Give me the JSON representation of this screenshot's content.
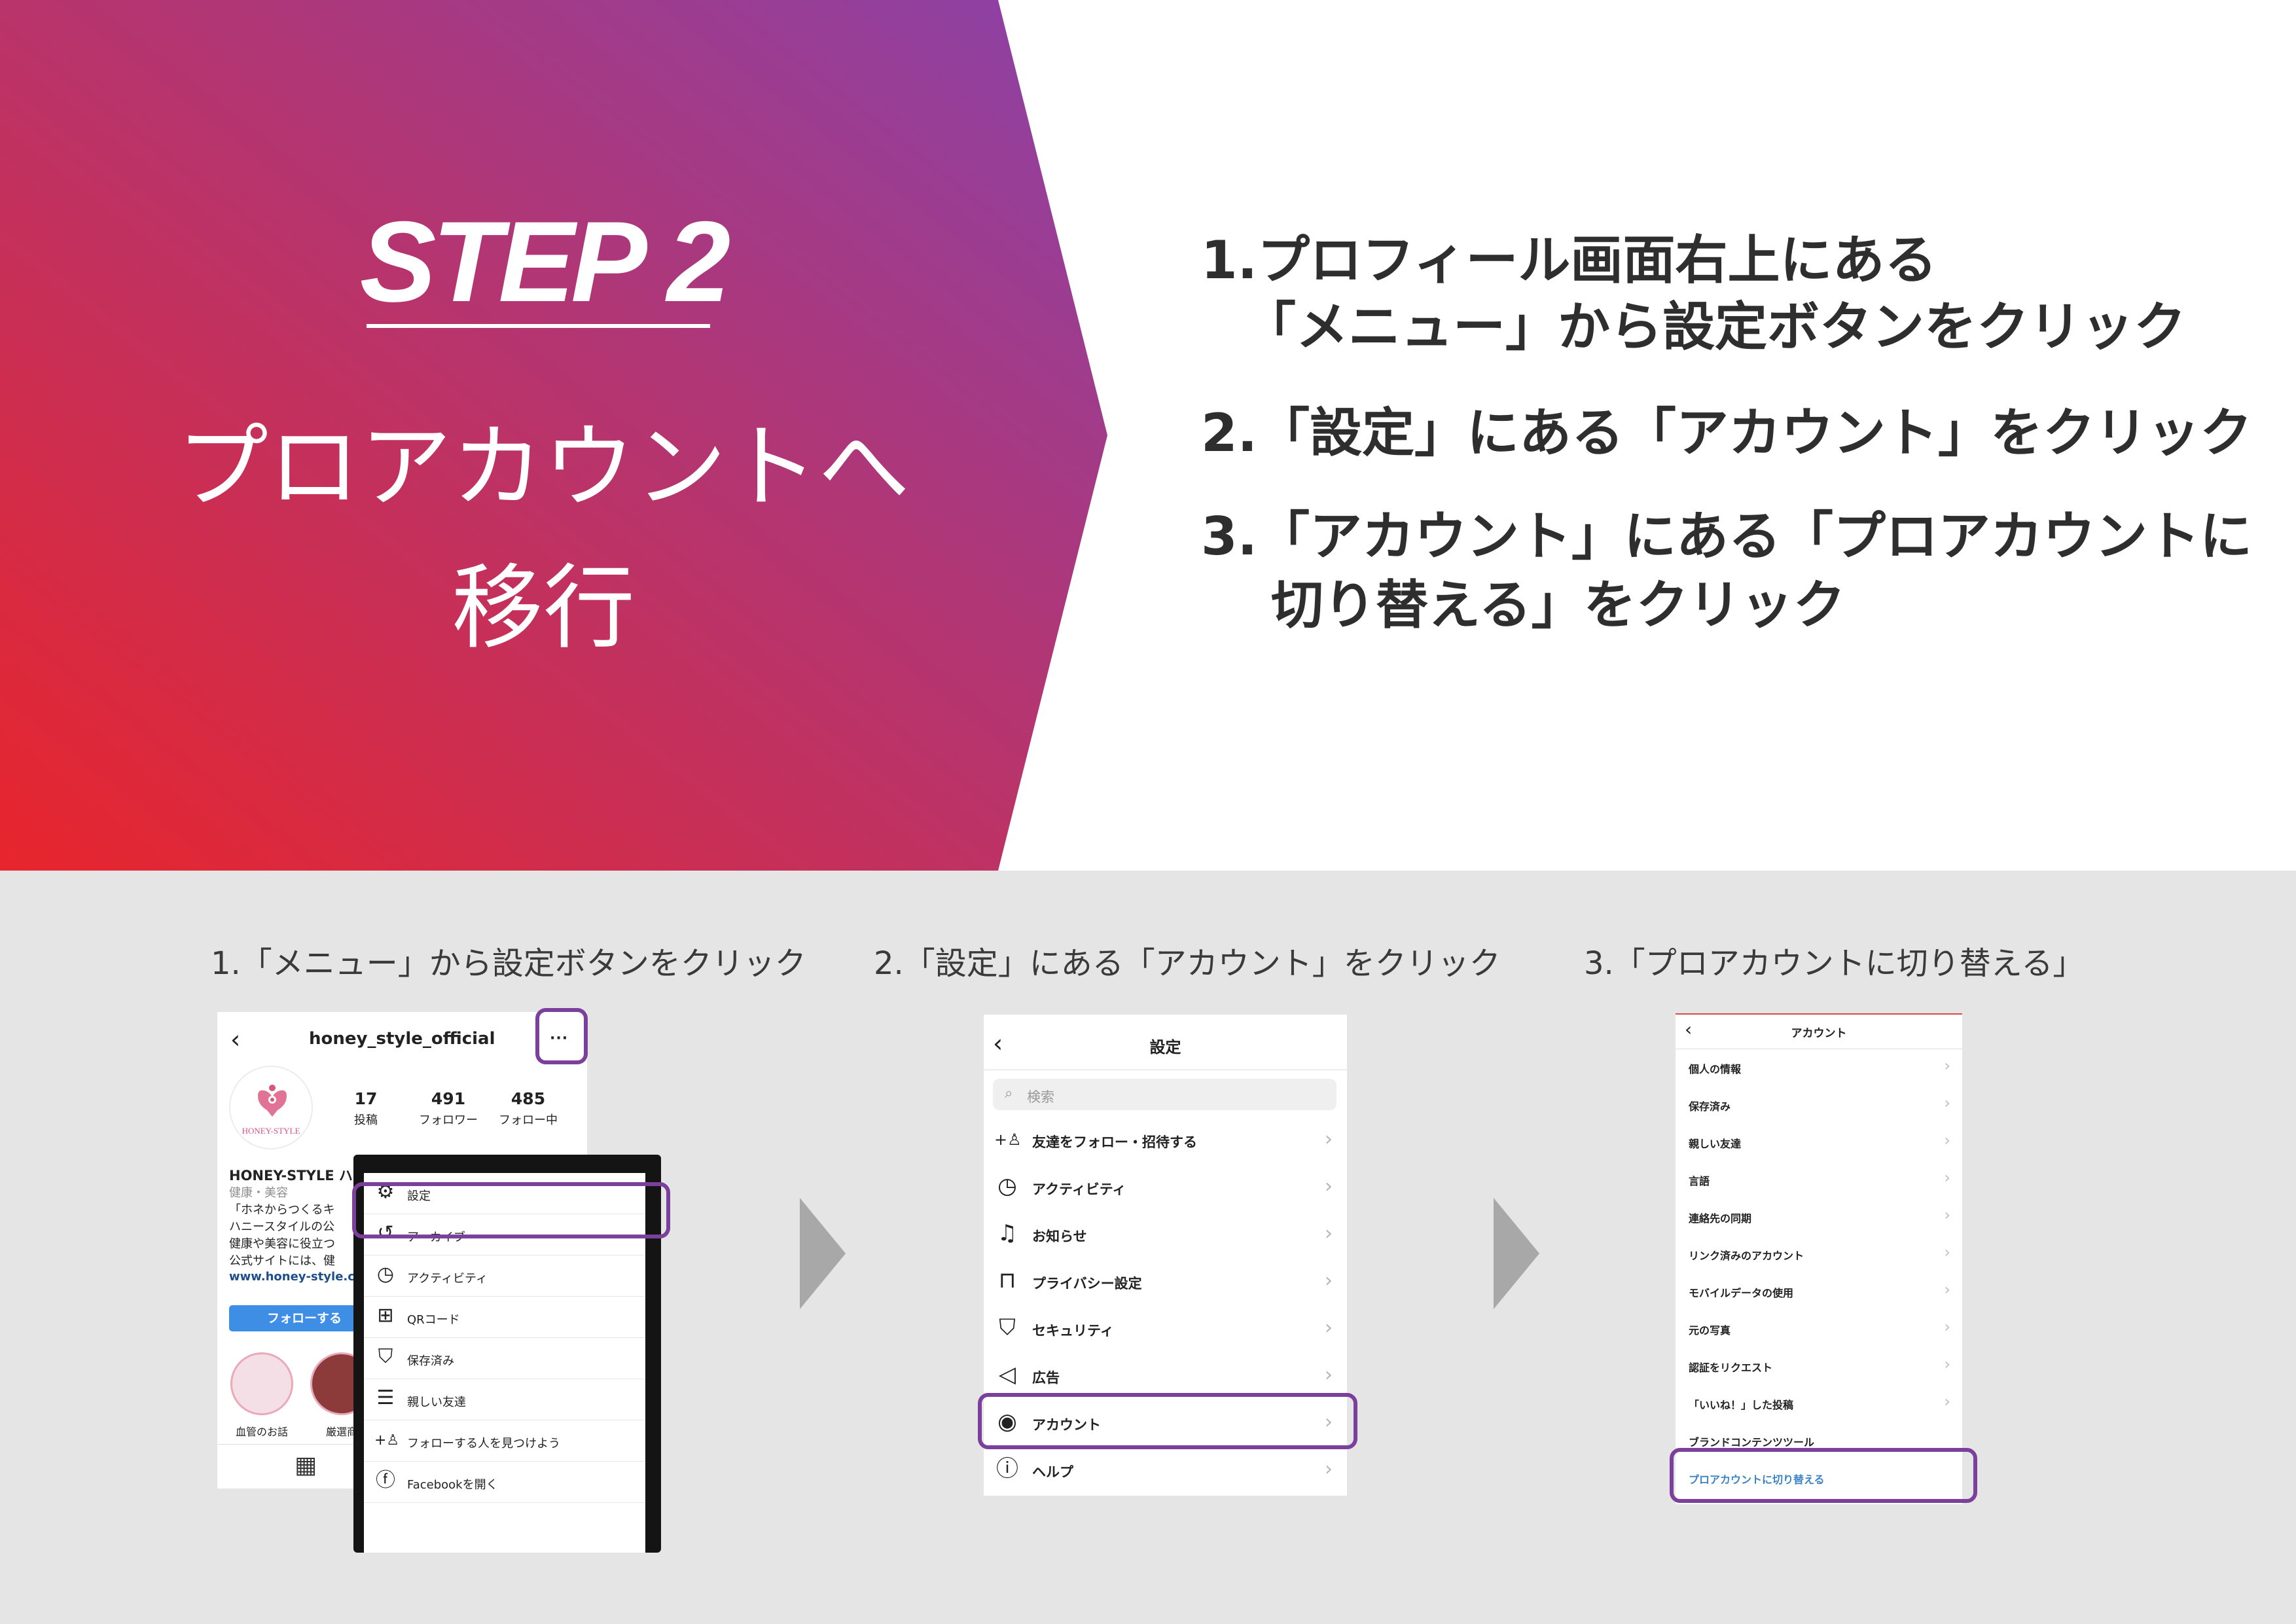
{
  "colors": {
    "banner_gradient_start": "#e8252c",
    "banner_gradient_end": "#8a42a8",
    "highlight": "#7b3f9c",
    "follow_button": "#3e8ee6",
    "band_gray": "#e6e5e6"
  },
  "banner": {
    "step_title": "STEP 2",
    "heading_line1": "プロアカウントへ",
    "heading_line2": "移行"
  },
  "instructions": [
    {
      "num": "1.",
      "line1": "プロフィール画面右上にある",
      "line2": "「メニュー」から設定ボタンをクリック"
    },
    {
      "num": "2.",
      "line1": "「設定」にある「アカウント」をクリック"
    },
    {
      "num": "3.",
      "line1": "「アカウント」にある「プロアカウントに",
      "line2": "切り替える」をクリック"
    }
  ],
  "captions": [
    "1.「メニュー」から設定ボタンをクリック",
    "2.「設定」にある「アカウント」をクリック",
    "3.「プロアカウントに切り替える」"
  ],
  "profile_screen": {
    "back_icon": "chevron-left-icon",
    "username": "honey_style_official",
    "more_icon": "more-horizontal-icon",
    "avatar_text": "HONEY-STYLE",
    "stats": [
      {
        "num": "17",
        "label": "投稿"
      },
      {
        "num": "491",
        "label": "フォロワー"
      },
      {
        "num": "485",
        "label": "フォロー中"
      }
    ],
    "bio": {
      "name": "HONEY-STYLE ハ",
      "category": "健康・美容",
      "line1": "「ホネからつくるキ",
      "line2": "ハニースタイルの公",
      "line3": "健康や美容に役立つ",
      "line4": "公式サイトには、健",
      "link": "www.honey-style.c"
    },
    "follow_button": "フォローする",
    "stories": [
      "血管のお話",
      "厳選商"
    ]
  },
  "menu": {
    "items": [
      {
        "icon": "gear-icon",
        "label": "設定"
      },
      {
        "icon": "archive-icon",
        "label": "アーカイブ"
      },
      {
        "icon": "activity-icon",
        "label": "アクティビティ"
      },
      {
        "icon": "qr-code-icon",
        "label": "QRコード"
      },
      {
        "icon": "bookmark-icon",
        "label": "保存済み"
      },
      {
        "icon": "list-icon",
        "label": "親しい友達"
      },
      {
        "icon": "add-person-icon",
        "label": "フォローする人を見つけよう"
      },
      {
        "icon": "facebook-icon",
        "label": "Facebookを開く"
      }
    ]
  },
  "settings_screen": {
    "title": "設定",
    "search_placeholder": "検索",
    "items": [
      {
        "icon": "add-person-icon",
        "label": "友達をフォロー・招待する"
      },
      {
        "icon": "activity-icon",
        "label": "アクティビティ"
      },
      {
        "icon": "bell-icon",
        "label": "お知らせ"
      },
      {
        "icon": "lock-icon",
        "label": "プライバシー設定"
      },
      {
        "icon": "shield-icon",
        "label": "セキュリティ"
      },
      {
        "icon": "megaphone-icon",
        "label": "広告"
      },
      {
        "icon": "account-icon",
        "label": "アカウント"
      },
      {
        "icon": "help-icon",
        "label": "ヘルプ"
      }
    ]
  },
  "account_screen": {
    "title": "アカウント",
    "items": [
      "個人の情報",
      "保存済み",
      "親しい友達",
      "言語",
      "連絡先の同期",
      "リンク済みのアカウント",
      "モバイルデータの使用",
      "元の写真",
      "認証をリクエスト",
      "「いいね！」した投稿",
      "ブランドコンテンツツール"
    ],
    "switch_label": "プロアカウントに切り替える"
  }
}
